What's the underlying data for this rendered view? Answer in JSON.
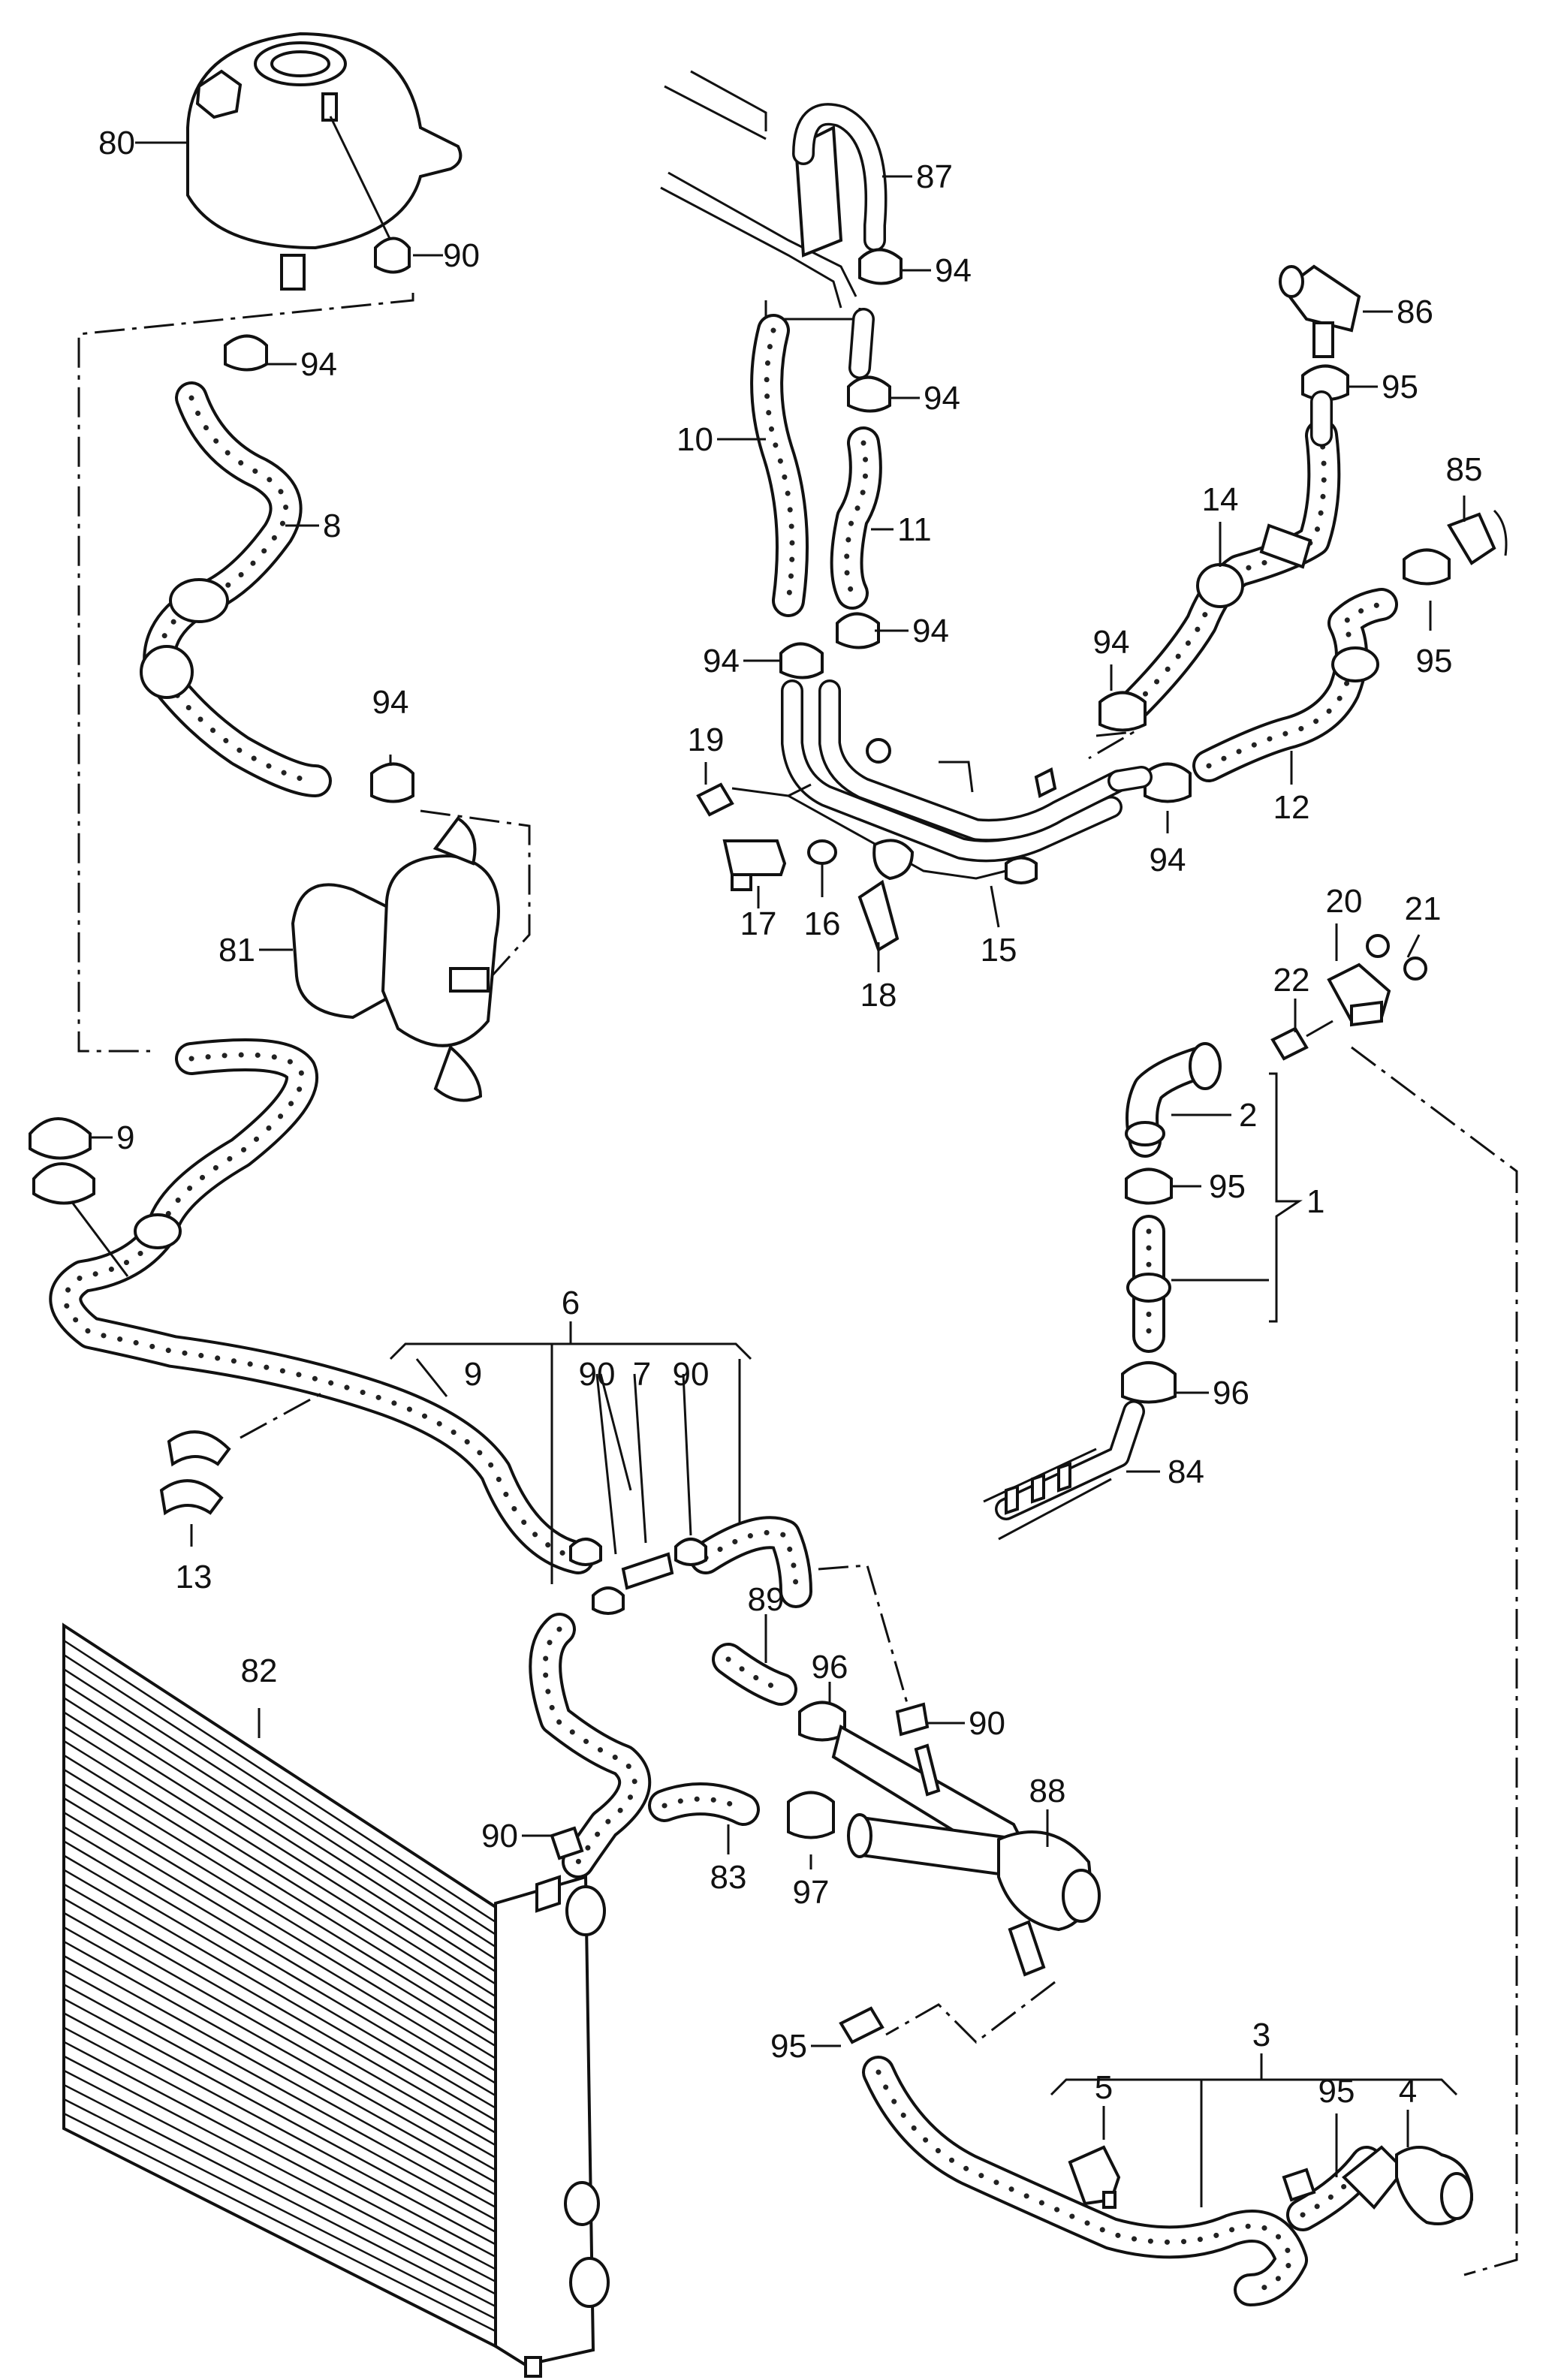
{
  "labels": {
    "l80": "80",
    "l90a": "90",
    "l94a": "94",
    "l8": "8",
    "l94b": "94",
    "l81": "81",
    "l9a": "9",
    "l6": "6",
    "l9b": "9",
    "l90b": "90",
    "l7": "7",
    "l90c": "90",
    "l13": "13",
    "l82": "82",
    "l90d": "90",
    "l89": "89",
    "l96a": "96",
    "l90e": "90",
    "l88": "88",
    "l83": "83",
    "l97": "97",
    "l87": "87",
    "l94c": "94",
    "l94d": "94",
    "l10": "10",
    "l11": "11",
    "l94e": "94",
    "l94f": "94",
    "l86": "86",
    "l95a": "95",
    "l14": "14",
    "l85": "85",
    "l95b": "95",
    "l94g": "94",
    "l12": "12",
    "l94h": "94",
    "l19": "19",
    "l17": "17",
    "l16": "16",
    "l15": "15",
    "l18": "18",
    "l20": "20",
    "l21": "21",
    "l22": "22",
    "l2": "2",
    "l95c": "95",
    "l1": "1",
    "l96b": "96",
    "l84": "84",
    "l3": "3",
    "l95d": "95",
    "l5": "5",
    "l95e": "95",
    "l4": "4"
  }
}
